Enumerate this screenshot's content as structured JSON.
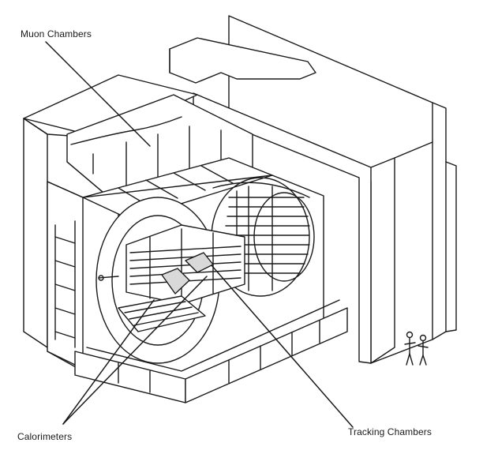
{
  "diagram": {
    "labels": {
      "muon_chambers": "Muon Chambers",
      "calorimeters": "Calorimeters",
      "tracking_chambers": "Tracking Chambers"
    },
    "colors": {
      "ink": "#1a1a1a",
      "paper": "#ffffff",
      "shade": "#d9d9d9"
    }
  }
}
